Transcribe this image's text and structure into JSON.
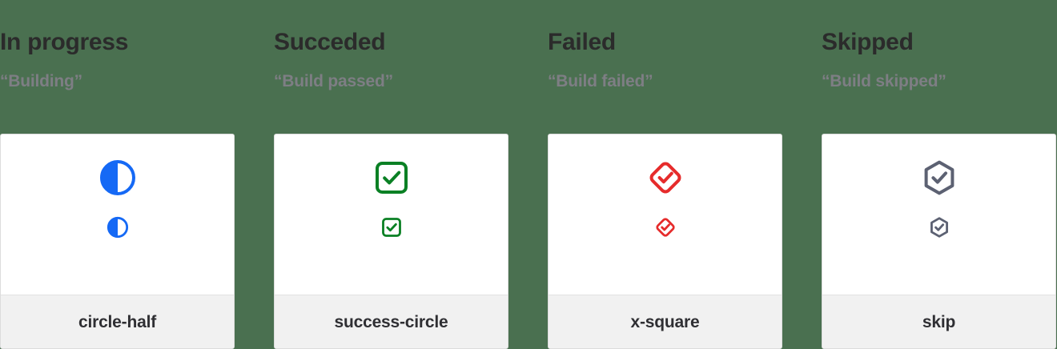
{
  "page": {
    "background_color": "#4a7050",
    "card_background": "#ffffff",
    "card_footer_background": "#f1f1f1",
    "card_border_color": "#dcdcdc"
  },
  "columns": [
    {
      "title": "In progress",
      "quote": "“Building”",
      "icon_name": "circle-half",
      "icon_label": "circle-half",
      "icon_color": "#1569f5"
    },
    {
      "title": "Succeded",
      "quote": "“Build passed”",
      "icon_name": "success-circle",
      "icon_label": "success-circle",
      "icon_color": "#0a8024"
    },
    {
      "title": "Failed",
      "quote": "“Build failed”",
      "icon_name": "x-square",
      "icon_label": "x-square",
      "icon_color": "#e62b2b"
    },
    {
      "title": "Skipped",
      "quote": "“Build skipped”",
      "icon_name": "skip",
      "icon_label": "skip",
      "icon_color": "#5c6172"
    }
  ]
}
